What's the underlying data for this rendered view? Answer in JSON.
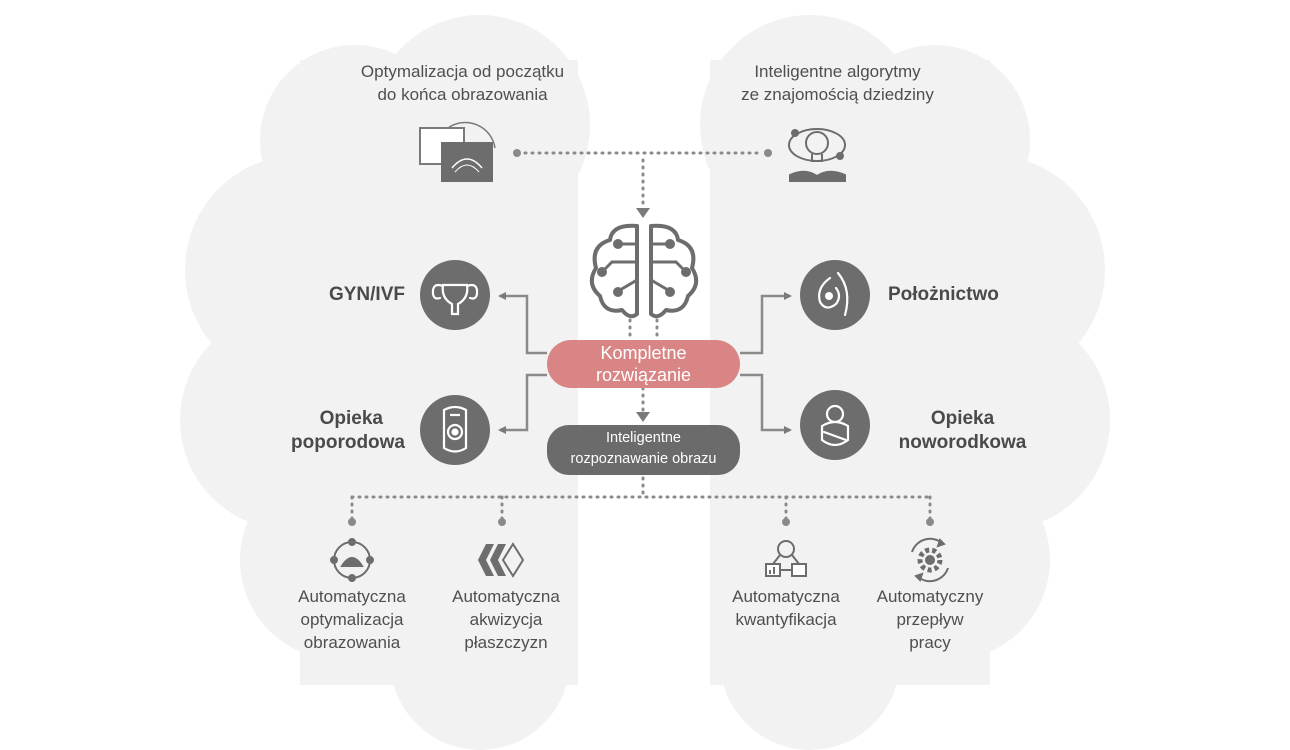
{
  "top_left": {
    "line1": "Optymalizacja od początku",
    "line2": "do końca obrazowania",
    "icon": "ultrasound-screens-icon"
  },
  "top_right": {
    "line1": "Inteligentne algorytmy",
    "line2": "ze znajomością dziedziny",
    "icon": "lightbulb-book-icon"
  },
  "center": {
    "icon": "brain-circuit-icon",
    "primary": {
      "line1": "Kompletne",
      "line2": "rozwiązanie"
    },
    "secondary": {
      "line1": "Inteligentne",
      "line2": "rozpoznawanie obrazu"
    }
  },
  "branches": {
    "gyn": {
      "label": "GYN/IVF",
      "icon": "uterus-icon"
    },
    "postpartum": {
      "line1": "Opieka",
      "line2": "poporodowa",
      "icon": "pelvic-probe-icon"
    },
    "obstetrics": {
      "label": "Położnictwo",
      "icon": "pregnancy-icon"
    },
    "neonatal": {
      "line1": "Opieka",
      "line2": "noworodkowa",
      "icon": "newborn-icon"
    }
  },
  "features": [
    {
      "line1": "Automatyczna",
      "line2": "optymalizacja",
      "line3": "obrazowania",
      "icon": "auto-optimize-icon"
    },
    {
      "line1": "Automatyczna",
      "line2": "akwizycja",
      "line3": "płaszczyzn",
      "icon": "plane-acquisition-icon"
    },
    {
      "line1": "Automatyczna",
      "line2": "kwantyfikacja",
      "icon": "quantification-icon"
    },
    {
      "line1": "Automatyczny",
      "line2": "przepływ",
      "line3": "pracy",
      "icon": "workflow-gear-icon"
    }
  ],
  "colors": {
    "brain_fill": "#f2f2f2",
    "icon_circle": "#6d6d6d",
    "primary_pill": "#d98585",
    "secondary_pill": "#6b6b6b",
    "connector": "#8a8a8a"
  }
}
